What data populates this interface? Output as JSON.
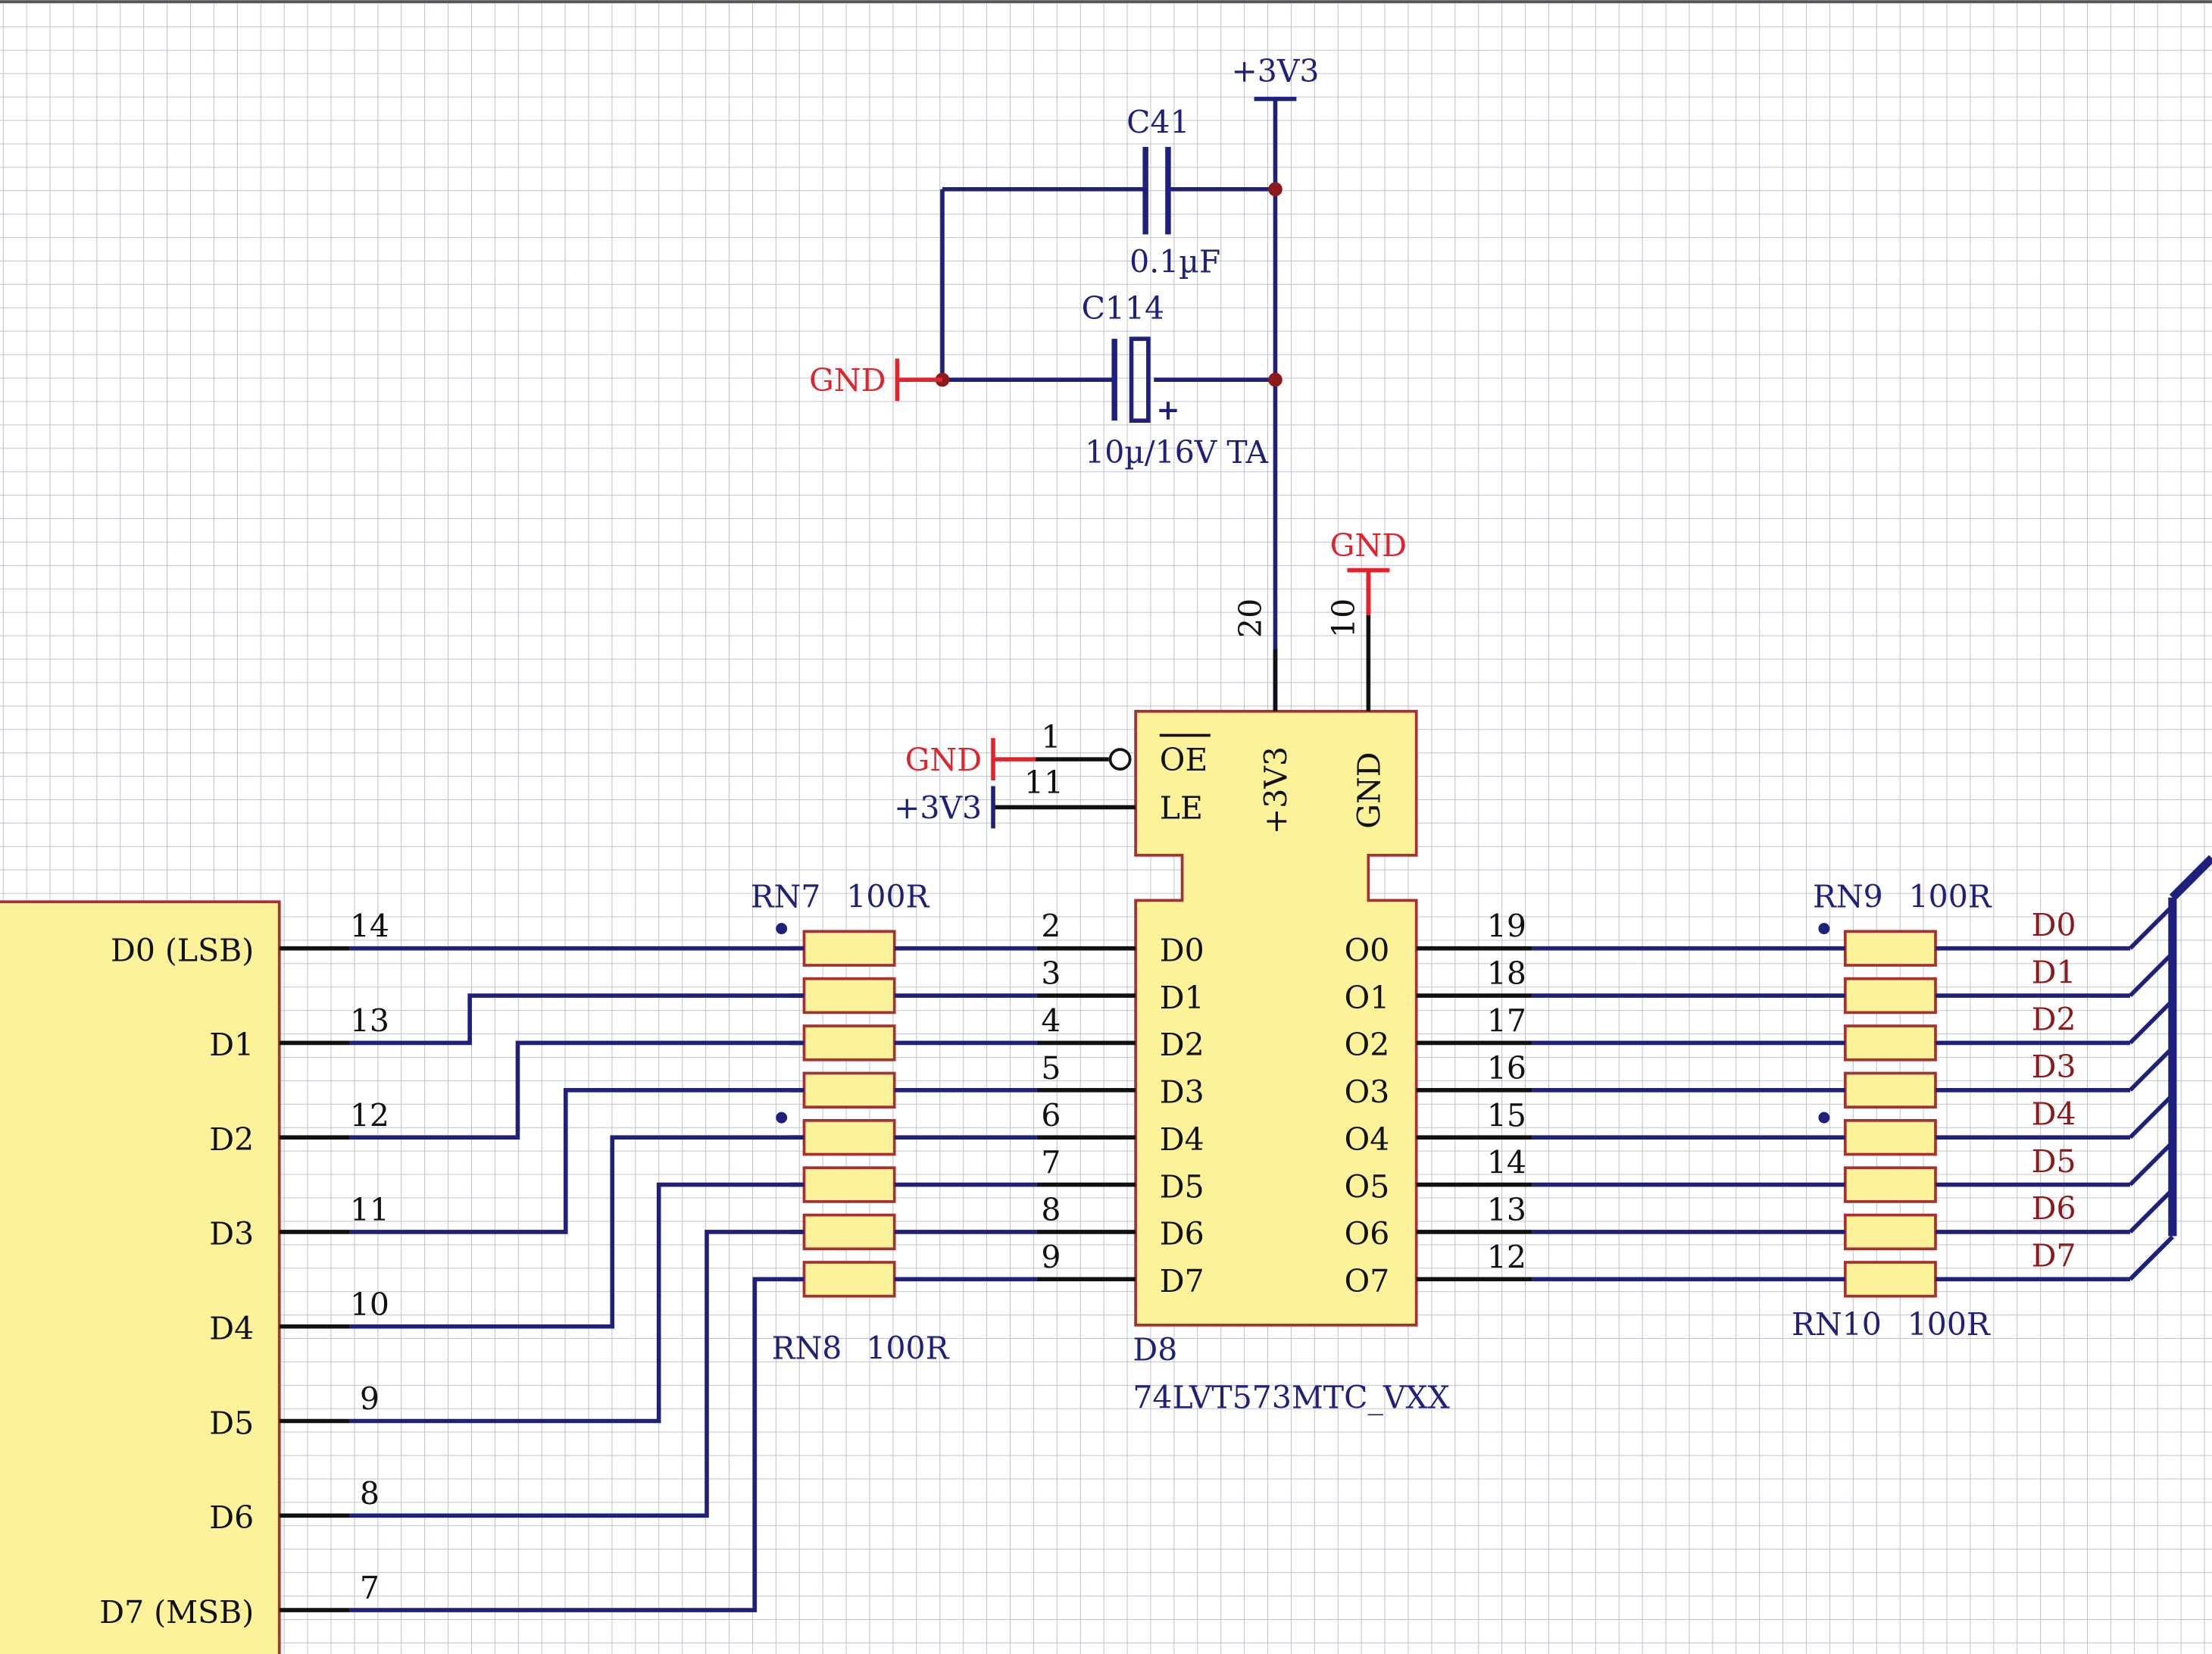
{
  "schematic": {
    "power": {
      "vcc_label": "+3V3",
      "gnd_label": "GND"
    },
    "capacitors": [
      {
        "ref": "C41",
        "value": "0.1µF"
      },
      {
        "ref": "C114",
        "value": "10µ/16V TA",
        "polarity_mark": "+"
      }
    ],
    "ic": {
      "ref": "D8",
      "part": "74LVT573MTC_VXX",
      "control_pins": [
        {
          "name": "OE",
          "pin": "1",
          "net": "GND",
          "inverted": true
        },
        {
          "name": "LE",
          "pin": "11",
          "net": "+3V3",
          "inverted": false
        }
      ],
      "power_pins": [
        {
          "name": "+3V3",
          "pin": "20"
        },
        {
          "name": "GND",
          "pin": "10"
        }
      ],
      "inputs": [
        {
          "name": "D0",
          "pin": "2"
        },
        {
          "name": "D1",
          "pin": "3"
        },
        {
          "name": "D2",
          "pin": "4"
        },
        {
          "name": "D3",
          "pin": "5"
        },
        {
          "name": "D4",
          "pin": "6"
        },
        {
          "name": "D5",
          "pin": "7"
        },
        {
          "name": "D6",
          "pin": "8"
        },
        {
          "name": "D7",
          "pin": "9"
        }
      ],
      "outputs": [
        {
          "name": "O0",
          "pin": "19"
        },
        {
          "name": "O1",
          "pin": "18"
        },
        {
          "name": "O2",
          "pin": "17"
        },
        {
          "name": "O3",
          "pin": "16"
        },
        {
          "name": "O4",
          "pin": "15"
        },
        {
          "name": "O5",
          "pin": "14"
        },
        {
          "name": "O6",
          "pin": "13"
        },
        {
          "name": "O7",
          "pin": "12"
        }
      ]
    },
    "resistor_networks": [
      {
        "ref": "RN7",
        "value": "100R"
      },
      {
        "ref": "RN8",
        "value": "100R"
      },
      {
        "ref": "RN9",
        "value": "100R"
      },
      {
        "ref": "RN10",
        "value": "100R"
      }
    ],
    "connector": {
      "pins": [
        {
          "label": "D0 (LSB)",
          "pin": "14"
        },
        {
          "label": "D1",
          "pin": "13"
        },
        {
          "label": "D2",
          "pin": "12"
        },
        {
          "label": "D3",
          "pin": "11"
        },
        {
          "label": "D4",
          "pin": "10"
        },
        {
          "label": "D5",
          "pin": "9"
        },
        {
          "label": "D6",
          "pin": "8"
        },
        {
          "label": "D7 (MSB)",
          "pin": "7"
        }
      ]
    },
    "bus_nets": [
      "D0",
      "D1",
      "D2",
      "D3",
      "D4",
      "D5",
      "D6",
      "D7"
    ],
    "colors": {
      "grid": "#b9bcc8",
      "wire": "#1f1f7c",
      "pin": "#111111",
      "component_fill": "#fbf29a",
      "component_border": "#a83030",
      "gnd": "#e0242c",
      "net_label": "#8c1a1a",
      "text": "#1f1f7c",
      "junction": "#8c1a1a"
    }
  }
}
